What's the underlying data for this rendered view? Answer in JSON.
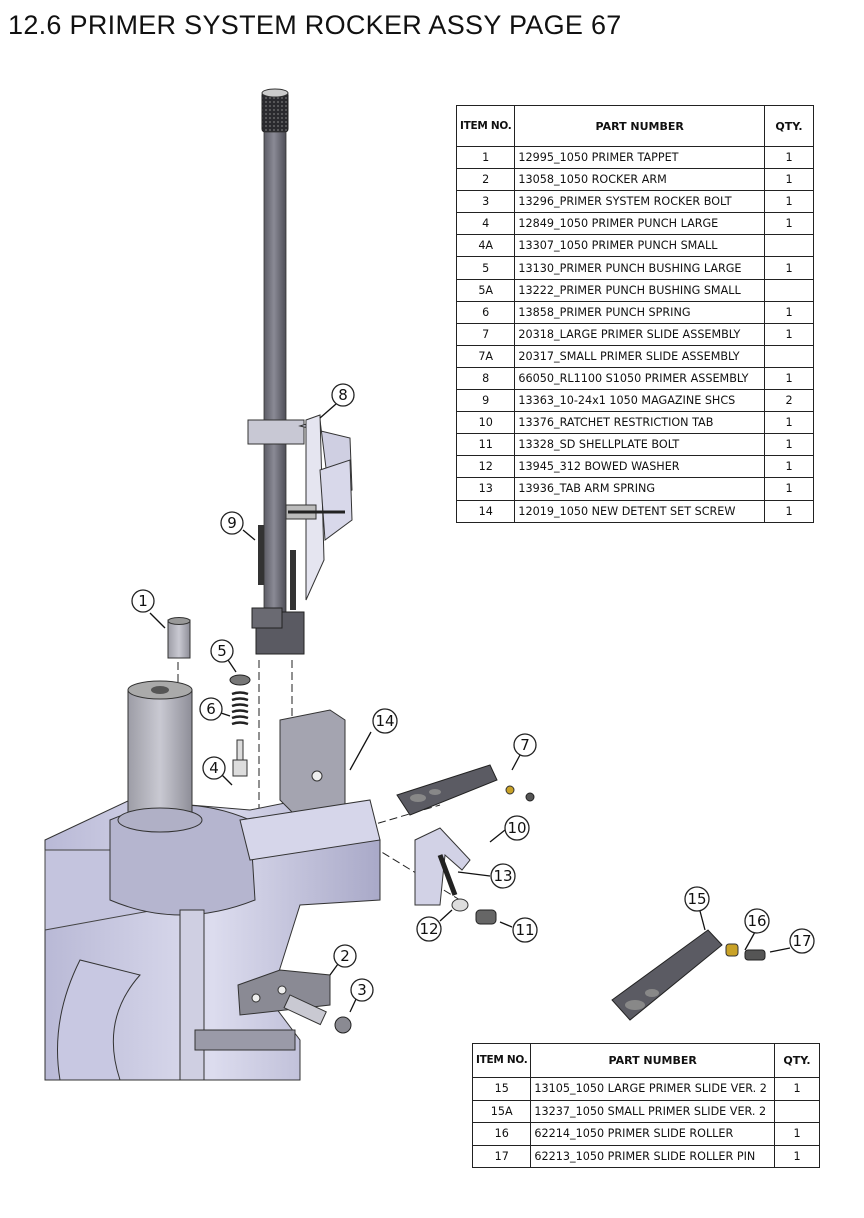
{
  "page": {
    "title": "12.6 PRIMER SYSTEM ROCKER ASSY PAGE 67"
  },
  "bom_main": {
    "headers": {
      "item": "ITEM NO.",
      "part": "PART NUMBER",
      "qty": "QTY."
    },
    "rows": [
      {
        "item": "1",
        "part": "12995_1050 PRIMER TAPPET",
        "qty": "1"
      },
      {
        "item": "2",
        "part": "13058_1050 ROCKER ARM",
        "qty": "1"
      },
      {
        "item": "3",
        "part": "13296_PRIMER SYSTEM ROCKER BOLT",
        "qty": "1"
      },
      {
        "item": "4",
        "part": "12849_1050 PRIMER PUNCH LARGE",
        "qty": "1"
      },
      {
        "item": "4A",
        "part": "13307_1050 PRIMER PUNCH SMALL",
        "qty": ""
      },
      {
        "item": "5",
        "part": "13130_PRIMER PUNCH BUSHING LARGE",
        "qty": "1"
      },
      {
        "item": "5A",
        "part": "13222_PRIMER PUNCH BUSHING SMALL",
        "qty": ""
      },
      {
        "item": "6",
        "part": "13858_PRIMER PUNCH SPRING",
        "qty": "1"
      },
      {
        "item": "7",
        "part": "20318_LARGE PRIMER SLIDE ASSEMBLY",
        "qty": "1"
      },
      {
        "item": "7A",
        "part": "20317_SMALL PRIMER SLIDE ASSEMBLY",
        "qty": ""
      },
      {
        "item": "8",
        "part": "66050_RL1100 S1050 PRIMER ASSEMBLY",
        "qty": "1"
      },
      {
        "item": "9",
        "part": "13363_10-24x1 1050 MAGAZINE SHCS",
        "qty": "2"
      },
      {
        "item": "10",
        "part": "13376_RATCHET RESTRICTION TAB",
        "qty": "1"
      },
      {
        "item": "11",
        "part": "13328_SD SHELLPLATE BOLT",
        "qty": "1"
      },
      {
        "item": "12",
        "part": "13945_312 BOWED WASHER",
        "qty": "1"
      },
      {
        "item": "13",
        "part": "13936_TAB ARM SPRING",
        "qty": "1"
      },
      {
        "item": "14",
        "part": "12019_1050 NEW DETENT SET SCREW",
        "qty": "1"
      }
    ]
  },
  "bom_secondary": {
    "headers": {
      "item": "ITEM NO.",
      "part": "PART NUMBER",
      "qty": "QTY."
    },
    "rows": [
      {
        "item": "15",
        "part": "13105_1050 LARGE PRIMER SLIDE VER. 2",
        "qty": "1"
      },
      {
        "item": "15A",
        "part": "13237_1050 SMALL PRIMER SLIDE VER. 2",
        "qty": ""
      },
      {
        "item": "16",
        "part": "62214_1050 PRIMER SLIDE ROLLER",
        "qty": "1"
      },
      {
        "item": "17",
        "part": "62213_1050 PRIMER SLIDE ROLLER PIN",
        "qty": "1"
      }
    ]
  },
  "callouts": [
    "1",
    "2",
    "3",
    "4",
    "5",
    "6",
    "7",
    "8",
    "9",
    "10",
    "11",
    "12",
    "13",
    "14",
    "15",
    "16",
    "17"
  ],
  "colors": {
    "part_gray": "#8c8c94",
    "part_lavender": "#cfcfe6",
    "dark_part": "#55555c",
    "brass": "#c9a227",
    "line": "#222222"
  }
}
